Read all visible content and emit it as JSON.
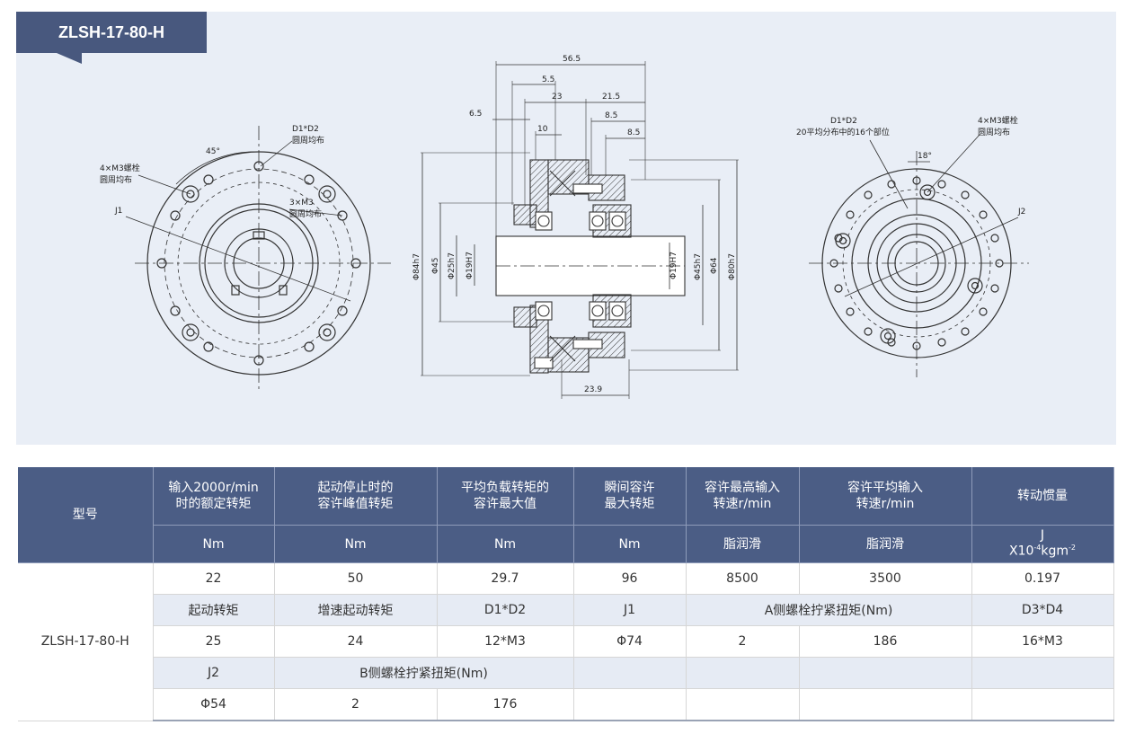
{
  "title": "ZLSH-17-80-H",
  "drawing": {
    "left_view": {
      "angle": "45°",
      "bolt_a": [
        "4×M3螺栓",
        "圆周均布"
      ],
      "hole_d1d2": [
        "D1*D2",
        "圆周均布"
      ],
      "bolt_3m3": [
        "3×M3",
        "圆周均布"
      ],
      "j1": "J1"
    },
    "section_view": {
      "top_dims": [
        "56.5",
        "5.5",
        "23",
        "21.5",
        "6.5",
        "8.5",
        "10",
        "8.5"
      ],
      "bottom_dim": "23.9",
      "left_diameters": [
        "Φ84h7",
        "Φ45",
        "Φ25h7",
        "Φ19H7"
      ],
      "right_diameters": [
        "Φ19H7",
        "Φ45h7",
        "Φ64",
        "Φ80h7"
      ]
    },
    "right_view": {
      "hole_d1d2": [
        "D1*D2",
        "20平均分布中的16个部位"
      ],
      "bolt_a": [
        "4×M3螺栓",
        "圆周均布"
      ],
      "angle": "18°",
      "j2": "J2"
    }
  },
  "table": {
    "header": {
      "model": "型号",
      "cols": [
        [
          "输入2000r/min",
          "时的额定转矩"
        ],
        [
          "起动停止时的",
          "容许峰值转矩"
        ],
        [
          "平均负载转矩的",
          "容许最大值"
        ],
        [
          "瞬间容许",
          "最大转矩"
        ],
        [
          "容许最高输入",
          "转速r/min"
        ],
        [
          "容许平均输入",
          "转速r/min"
        ],
        [
          "转动惯量"
        ]
      ],
      "units": [
        "Nm",
        "Nm",
        "Nm",
        "Nm",
        "脂润滑",
        "脂润滑"
      ],
      "inertia_unit": {
        "j": "J",
        "base": "X10",
        "exp1": "-4",
        "mid": "kgm",
        "exp2": "-2"
      }
    },
    "model": "ZLSH-17-80-H",
    "rows": [
      [
        "22",
        "50",
        "29.7",
        "96",
        "8500",
        "3500",
        "0.197"
      ],
      [
        "起动转矩",
        "增速起动转矩",
        "D1*D2",
        "J1",
        "A侧螺栓拧紧扭矩(Nm)",
        "D3*D4"
      ],
      [
        "25",
        "24",
        "12*M3",
        "Φ74",
        "2",
        "186",
        "16*M3"
      ],
      [
        "J2",
        "B侧螺栓拧紧扭矩(Nm)",
        ""
      ],
      [
        "Φ54",
        "2",
        "176",
        "",
        "",
        "",
        ""
      ]
    ]
  }
}
